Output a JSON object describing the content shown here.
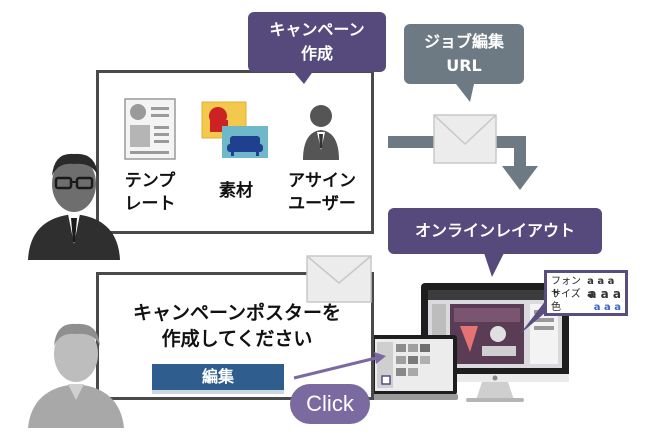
{
  "top": {
    "campaign_callout": [
      "キャンペーン",
      "作成"
    ],
    "job_edit_callout": [
      "ジョブ編集",
      "URL"
    ],
    "items": [
      {
        "label": [
          "テンプ",
          "レート"
        ],
        "icon": "template-icon"
      },
      {
        "label": [
          "素材"
        ],
        "icon": "assets-icon"
      },
      {
        "label": [
          "アサイン",
          "ユーザー"
        ],
        "icon": "user-icon"
      }
    ]
  },
  "online": {
    "callout": "オンラインレイアウト",
    "font_panel": {
      "rows": [
        {
          "label": "フォント",
          "sample": "a a a a"
        },
        {
          "label": "サイズ",
          "sample": "a a a"
        },
        {
          "label": "色",
          "sample": "a a a"
        }
      ]
    }
  },
  "bottom": {
    "message": [
      "キャンペーンポスターを",
      "作成してください"
    ],
    "edit_button": "編集",
    "click_label": "Click"
  },
  "colors": {
    "purple": "#564a7c",
    "gray": "#6d7a84",
    "blue": "#2e5d8e",
    "click": "#7a6aa0"
  }
}
